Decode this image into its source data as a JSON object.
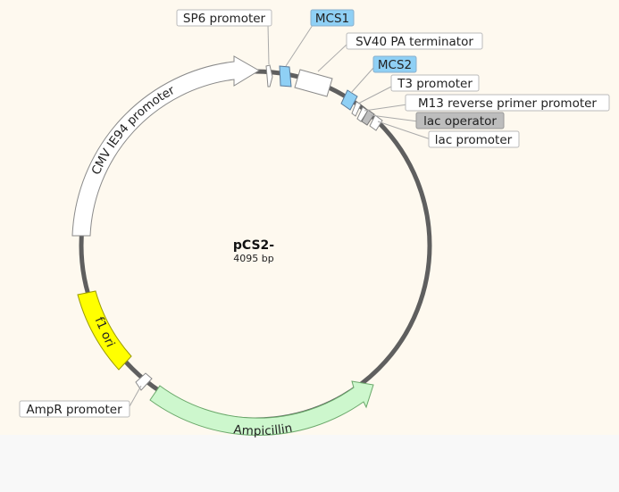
{
  "plasmid": {
    "name": "pCS2-",
    "size": "4095 bp"
  },
  "features": {
    "cmv": "CMV IE94 promoter",
    "f1": "f1 ori",
    "ampicillin": "Ampicillin"
  },
  "labels": {
    "sp6": "SP6 promoter",
    "mcs1": "MCS1",
    "sv40": "SV40 PA terminator",
    "mcs2": "MCS2",
    "t3": "T3 promoter",
    "m13": "M13 reverse primer promoter",
    "lac_operator": "lac operator",
    "lac_promoter": "lac promoter",
    "ampr": "AmpR promoter"
  },
  "colors": {
    "backbone": "#5f5f5f",
    "promoter_fill": "#ffffff",
    "mcs_fill": "#8fd0f5",
    "f1_fill": "#ffff00",
    "amp_fill": "#cdf7cd",
    "operator_fill": "#bdbdbd",
    "panel_bg": "#fef9ef"
  }
}
